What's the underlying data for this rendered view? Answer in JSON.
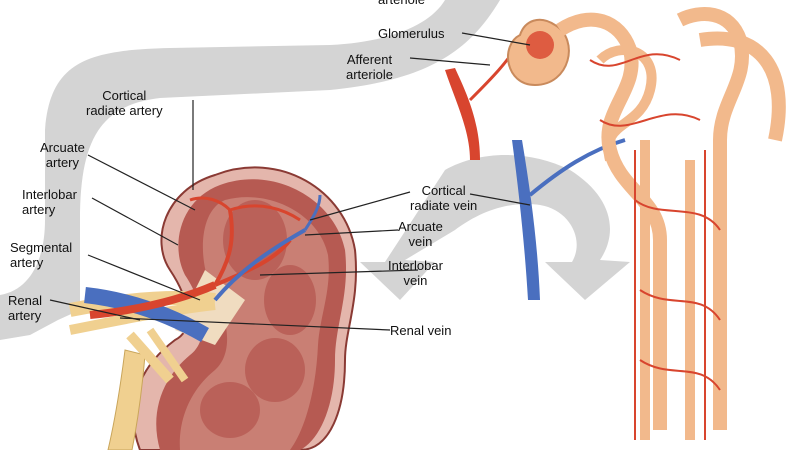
{
  "labels": {
    "efferent_fragment": "arteriole",
    "glomerulus": "Glomerulus",
    "afferent_line1": "Afferent",
    "afferent_line2": "arteriole",
    "cortical_artery_line1": "Cortical",
    "cortical_artery_line2": "radiate artery",
    "arcuate_artery_line1": "Arcuate",
    "arcuate_artery_line2": "artery",
    "interlobar_artery_line1": "Interlobar",
    "interlobar_artery_line2": "artery",
    "segmental_line1": "Segmental",
    "segmental_line2": "artery",
    "renal_artery_line1": "Renal",
    "renal_artery_line2": "artery",
    "cortical_vein_line1": "Cortical",
    "cortical_vein_line2": "radiate vein",
    "arcuate_vein_line1": "Arcuate",
    "arcuate_vein_line2": "vein",
    "interlobar_vein_line1": "Interlobar",
    "interlobar_vein_line2": "vein",
    "renal_vein": "Renal vein"
  },
  "colors": {
    "flow_arrow": "#d4d4d4",
    "artery": "#d8452e",
    "vein": "#4a6fbf",
    "kidney_tissue": "#b65a52",
    "kidney_light": "#e4b6ac",
    "tubule": "#f2b98c",
    "ureter": "#f0d090"
  }
}
